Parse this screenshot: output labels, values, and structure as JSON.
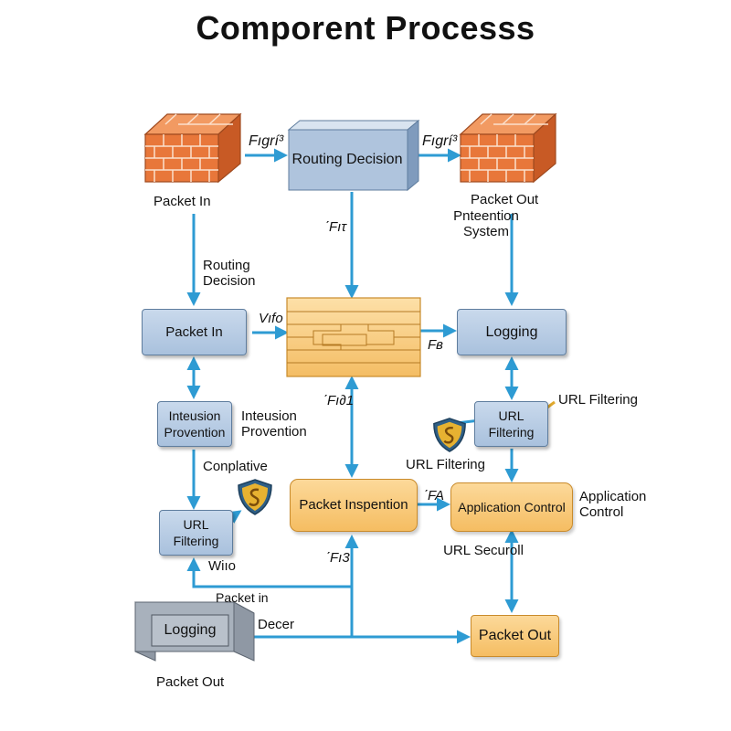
{
  "title": "Comporent Processs",
  "colors": {
    "arrow": "#2e9bd3",
    "box_blue": "#b3c8e1",
    "box_orange": "#f7c77a",
    "firewall": "#e8773a"
  },
  "nodes": {
    "firewall_left_label": "Packet In",
    "routing_decision_top": "Routing Decision",
    "firewall_right_label": "Packet Out",
    "packet_in_box": "Packet In",
    "logging_box": "Logging",
    "intrusion_box": "Inteusion Provention",
    "url_filtering_right": "URL Filtering",
    "url_filtering_left": "URL Filtering",
    "packet_inspection": "Packet Inspention",
    "application_control": "Application Control",
    "logging_bottom": "Logging",
    "packet_out_box": "Packet Out"
  },
  "labels": {
    "fig_left": "Fıgrí³",
    "fig_right": "Fıgrí³",
    "f_top_center": "ˊFıτ",
    "prevention_system": "Pnteention System",
    "routing_decision_side": "Routing Decision",
    "vi_label": "Vıfo",
    "fb_label": "Fʙ",
    "f_mid_center": "ˊFı∂1",
    "url_filtering_callout": "URL Filtering",
    "intrusion_side": "Inteusion Provention",
    "conplative": "Conplative",
    "url_filtering_mid": "URL Filtering",
    "fa_label": "ˊFA",
    "application_control_side": "Application Control",
    "url_securoll": "URL Securoll",
    "f3_label": "ˊFı3",
    "wi_label": "Wiıo",
    "packet_in_bottom": "Packet in",
    "decer": "Decer",
    "packet_out_caption": "Packet Out"
  },
  "icons": {
    "shield": "shield-icon",
    "firewall": "firewall-icon"
  }
}
